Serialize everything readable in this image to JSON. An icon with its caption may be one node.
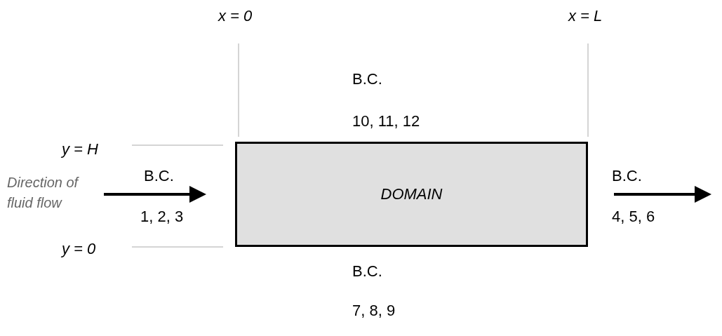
{
  "diagram": {
    "nodes": [
      {
        "text": [
          "DOMAIN"
        ]
      }
    ],
    "labels": [
      "x = 0",
      "x = L",
      "B.C.",
      "10, 11, 12",
      "y = H",
      "Direction of fluid flow",
      "B.C.",
      "B.C.",
      "1, 2, 3",
      "4, 5, 6",
      "y = 0",
      "B.C.",
      "7, 8, 9"
    ]
  }
}
